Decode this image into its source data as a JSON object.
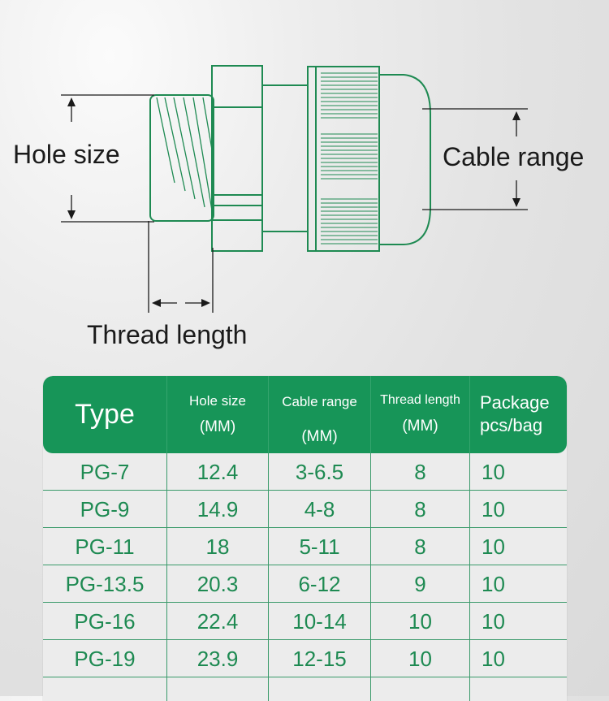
{
  "diagram": {
    "hole_size_label": "Hole size",
    "cable_range_label": "Cable range",
    "thread_length_label": "Thread length"
  },
  "table": {
    "headers": [
      {
        "line1": "Type",
        "line2": ""
      },
      {
        "line1": "Hole size",
        "line2": "(MM)"
      },
      {
        "line1": "Cable range",
        "line2": "(MM)"
      },
      {
        "line1": "Thread length",
        "line2": "(MM)"
      },
      {
        "line1": "Package",
        "line2": "pcs/bag"
      }
    ],
    "rows": [
      [
        "PG-7",
        "12.4",
        "3-6.5",
        "8",
        "10"
      ],
      [
        "PG-9",
        "14.9",
        "4-8",
        "8",
        "10"
      ],
      [
        "PG-11",
        "18",
        "5-11",
        "8",
        "10"
      ],
      [
        "PG-13.5",
        "20.3",
        "6-12",
        "9",
        "10"
      ],
      [
        "PG-16",
        "22.4",
        "10-14",
        "10",
        "10"
      ],
      [
        "PG-19",
        "23.9",
        "12-15",
        "10",
        "10"
      ]
    ]
  },
  "colors": {
    "accent": "#179558",
    "cell_text": "#1e8a52",
    "outline": "#1e8a52"
  }
}
